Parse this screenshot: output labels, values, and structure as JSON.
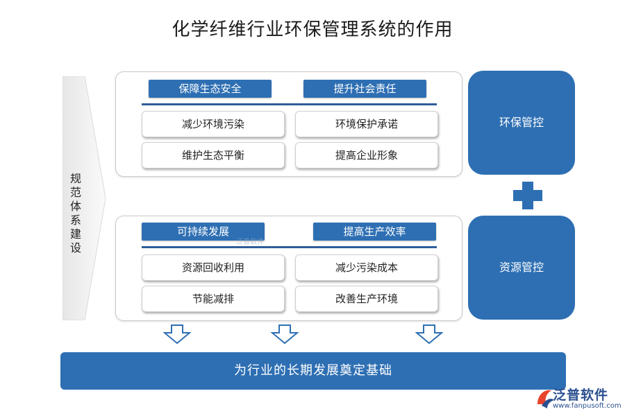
{
  "title": "化学纤维行业环保管理系统的作用",
  "side_label": "规范体系建设",
  "top_panel": {
    "headers": [
      "保障生态安全",
      "提升社会责任"
    ],
    "items": [
      "减少环境污染",
      "环境保护承诺",
      "维护生态平衡",
      "提高企业形象"
    ]
  },
  "bottom_panel": {
    "headers": [
      "可持续发展",
      "提高生产效率"
    ],
    "items": [
      "资源回收利用",
      "减少污染成本",
      "节能减排",
      "改善生产环境"
    ]
  },
  "right_boxes": [
    "环保管控",
    "资源管控"
  ],
  "bottom_bar": "为行业的长期发展奠定基础",
  "watermark": "泛普软件",
  "logo": {
    "text": "泛普软件",
    "url": "www.fanpusoft.com"
  },
  "colors": {
    "primary_blue": "#2e6fb3",
    "divider_blue": "#2e5d99"
  }
}
